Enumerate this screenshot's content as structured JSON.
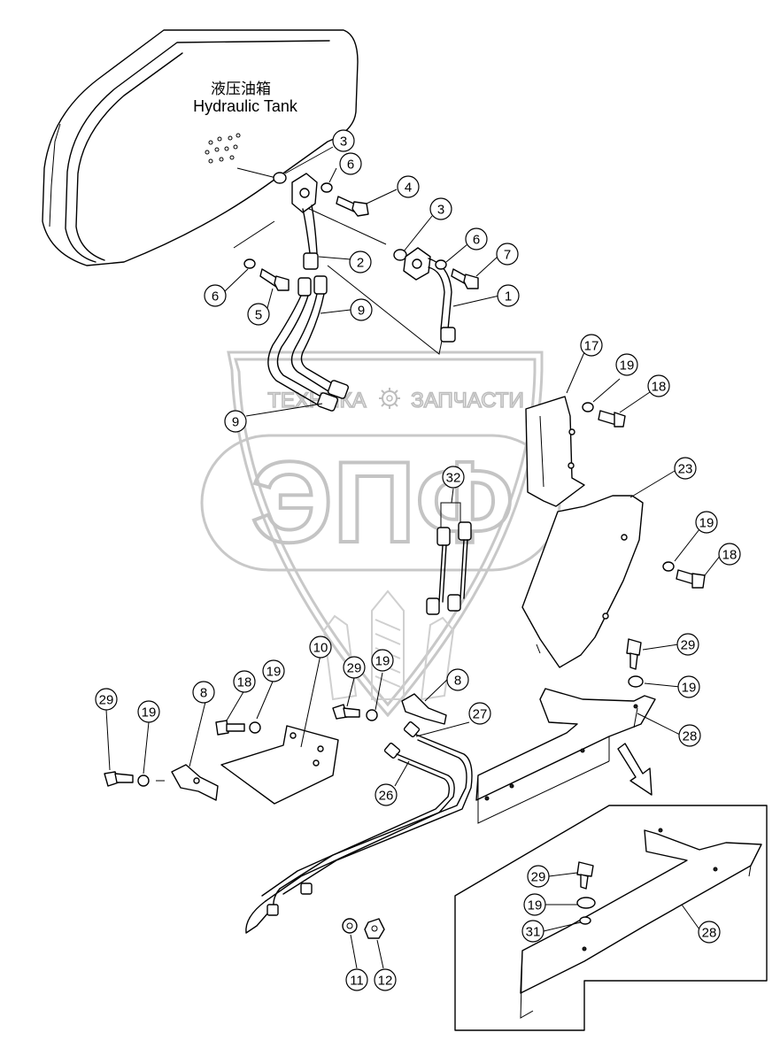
{
  "title": {
    "cn": "液压油箱",
    "en": "Hydraulic Tank"
  },
  "watermark": {
    "top_left": "ТЕХНИКА",
    "top_right": "ЗАПЧАСТИ",
    "big": "ЭПФ",
    "gear_icon": "gear-icon"
  },
  "callouts": [
    {
      "label": "3"
    },
    {
      "label": "6"
    },
    {
      "label": "4"
    },
    {
      "label": "3"
    },
    {
      "label": "2"
    },
    {
      "label": "6"
    },
    {
      "label": "7"
    },
    {
      "label": "6"
    },
    {
      "label": "5"
    },
    {
      "label": "1"
    },
    {
      "label": "9"
    },
    {
      "label": "17"
    },
    {
      "label": "19"
    },
    {
      "label": "18"
    },
    {
      "label": "9"
    },
    {
      "label": "23"
    },
    {
      "label": "32"
    },
    {
      "label": "19"
    },
    {
      "label": "18"
    },
    {
      "label": "29"
    },
    {
      "label": "10"
    },
    {
      "label": "29"
    },
    {
      "label": "19"
    },
    {
      "label": "8"
    },
    {
      "label": "19"
    },
    {
      "label": "18"
    },
    {
      "label": "19"
    },
    {
      "label": "29"
    },
    {
      "label": "19"
    },
    {
      "label": "8"
    },
    {
      "label": "27"
    },
    {
      "label": "28"
    },
    {
      "label": "26"
    },
    {
      "label": "29"
    },
    {
      "label": "19"
    },
    {
      "label": "31"
    },
    {
      "label": "28"
    },
    {
      "label": "11"
    },
    {
      "label": "12"
    }
  ]
}
